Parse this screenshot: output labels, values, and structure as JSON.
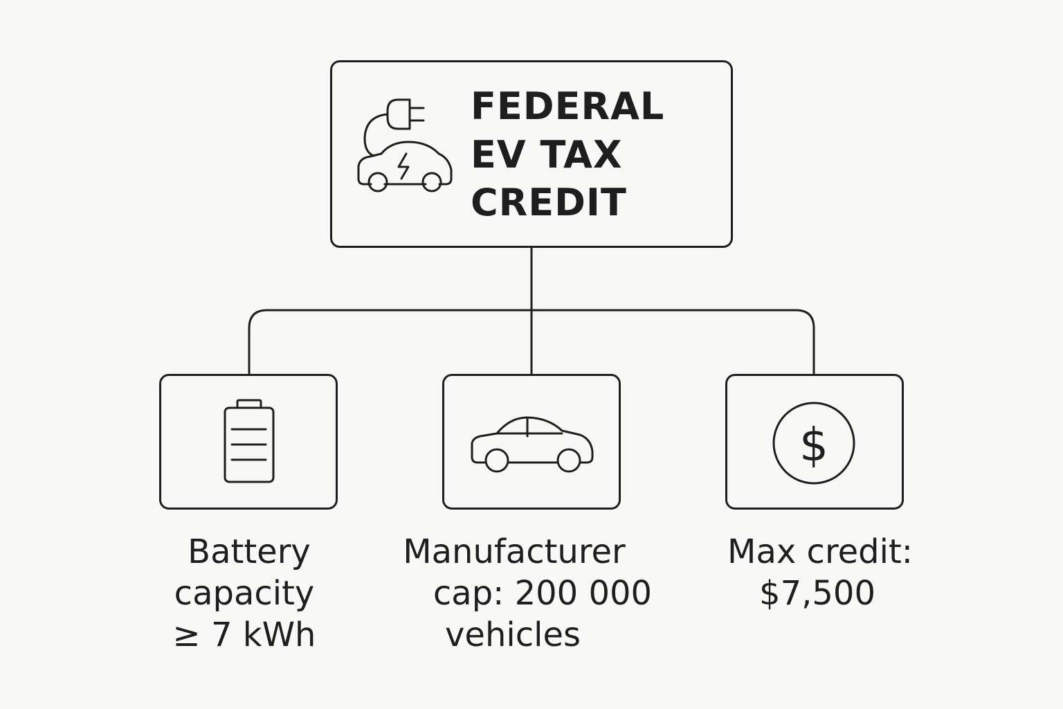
{
  "root": {
    "title_lines": [
      "FEDERAL",
      "EV TAX",
      "CREDIT"
    ],
    "icon": "ev-charging-car-icon"
  },
  "criteria": [
    {
      "icon": "battery-icon",
      "label_lines": [
        "Battery",
        "capacity",
        "≥ 7 kWh"
      ]
    },
    {
      "icon": "car-icon",
      "label_lines": [
        "Manufacturer",
        "cap: 200 000",
        "vehicles"
      ]
    },
    {
      "icon": "dollar-coin-icon",
      "label_lines": [
        "Max credit:",
        "$7,500"
      ]
    }
  ],
  "colors": {
    "stroke": "#1e1e1e",
    "background": "#f8f8f6"
  }
}
